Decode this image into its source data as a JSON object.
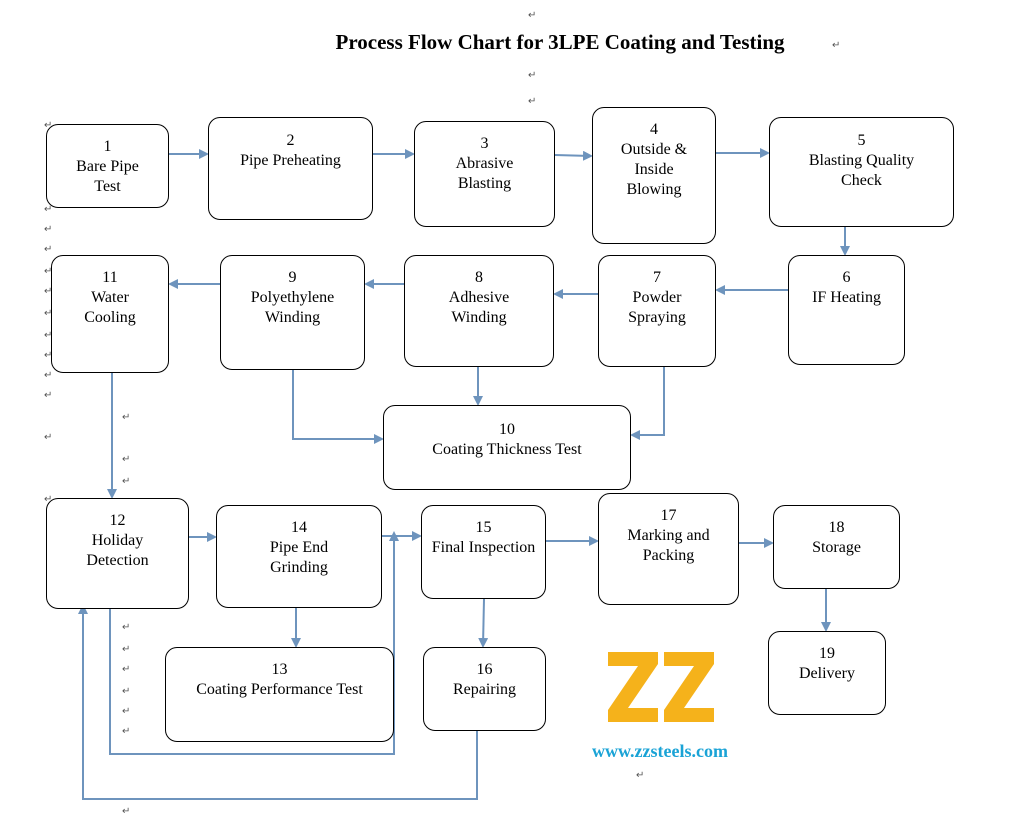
{
  "title": "Process Flow Chart for 3LPE Coating and Testing",
  "colors": {
    "arrow": "#6e94bd",
    "logo": "#f5b21b",
    "url": "#1aa3d6"
  },
  "steps": [
    {
      "id": "1",
      "num": "1",
      "label": "Bare Pipe\nTest"
    },
    {
      "id": "2",
      "num": "2",
      "label": "Pipe Preheating"
    },
    {
      "id": "3",
      "num": "3",
      "label": "Abrasive\nBlasting"
    },
    {
      "id": "4",
      "num": "4",
      "label": "Outside &\nInside\nBlowing"
    },
    {
      "id": "5",
      "num": "5",
      "label": "Blasting Quality\nCheck"
    },
    {
      "id": "6",
      "num": "6",
      "label": "IF Heating"
    },
    {
      "id": "7",
      "num": "7",
      "label": "Powder\nSpraying"
    },
    {
      "id": "8",
      "num": "8",
      "label": "Adhesive\nWinding"
    },
    {
      "id": "9",
      "num": "9",
      "label": "Polyethylene\nWinding"
    },
    {
      "id": "11",
      "num": "11",
      "label": "Water\nCooling"
    },
    {
      "id": "10",
      "num": "10",
      "label": "Coating Thickness Test"
    },
    {
      "id": "12",
      "num": "12",
      "label": "Holiday\nDetection"
    },
    {
      "id": "14",
      "num": "14",
      "label": "Pipe End\nGrinding"
    },
    {
      "id": "15",
      "num": "15",
      "label": "Final Inspection"
    },
    {
      "id": "17",
      "num": "17",
      "label": "Marking and\nPacking"
    },
    {
      "id": "18",
      "num": "18",
      "label": "Storage"
    },
    {
      "id": "13",
      "num": "13",
      "label": "Coating Performance Test"
    },
    {
      "id": "16",
      "num": "16",
      "label": "Repairing"
    },
    {
      "id": "19",
      "num": "19",
      "label": "Delivery"
    }
  ],
  "logo": {
    "text": "ZZ"
  },
  "website": "www.zzsteels.com",
  "paragraph_mark": "↵"
}
